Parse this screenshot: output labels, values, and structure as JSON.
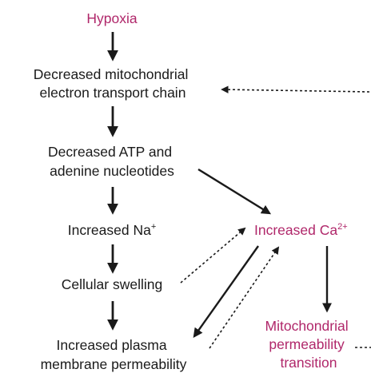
{
  "colors": {
    "text": "#1a1a1a",
    "accent": "#b0276a",
    "arrow": "#1a1a1a"
  },
  "nodes": {
    "hypoxia": {
      "label": "Hypoxia"
    },
    "decreased_etc": {
      "line1": "Decreased mitochondrial",
      "line2": "electron transport chain"
    },
    "decreased_atp": {
      "line1": "Decreased ATP and",
      "line2": "adenine nucleotides"
    },
    "increased_na": {
      "label": "Increased Na",
      "sup": "+"
    },
    "cellular_swelling": {
      "label": "Cellular swelling"
    },
    "increased_plasma": {
      "line1": "Increased plasma",
      "line2": "membrane permeability"
    },
    "increased_ca": {
      "label": "Increased Ca",
      "sup": "2+"
    },
    "mito_transition": {
      "line1": "Mitochondrial",
      "line2": "permeability",
      "line3": "transition"
    }
  },
  "arrows": [
    {
      "from": "Hypoxia",
      "to": "Decreased mitochondrial electron transport chain",
      "style": "solid"
    },
    {
      "from": "Decreased mitochondrial electron transport chain",
      "to": "Decreased ATP and adenine nucleotides",
      "style": "solid"
    },
    {
      "from": "Decreased ATP and adenine nucleotides",
      "to": "Increased Na+",
      "style": "solid"
    },
    {
      "from": "Increased Na+",
      "to": "Cellular swelling",
      "style": "solid"
    },
    {
      "from": "Cellular swelling",
      "to": "Increased plasma membrane permeability",
      "style": "solid"
    },
    {
      "from": "Decreased ATP and adenine nucleotides",
      "to": "Increased Ca2+",
      "style": "solid"
    },
    {
      "from": "Increased Ca2+",
      "to": "Mitochondrial permeability transition",
      "style": "solid"
    },
    {
      "from": "Increased Ca2+",
      "to": "Increased plasma membrane permeability",
      "style": "solid"
    },
    {
      "from": "Cellular swelling",
      "to": "Increased Ca2+",
      "style": "dashed"
    },
    {
      "from": "Increased plasma membrane permeability",
      "to": "Increased Ca2+",
      "style": "dashed"
    },
    {
      "from": "(off-page)",
      "to": "Decreased mitochondrial electron transport chain",
      "style": "dashed"
    },
    {
      "from": "Mitochondrial permeability transition",
      "to": "(off-page)",
      "style": "dashed"
    }
  ]
}
